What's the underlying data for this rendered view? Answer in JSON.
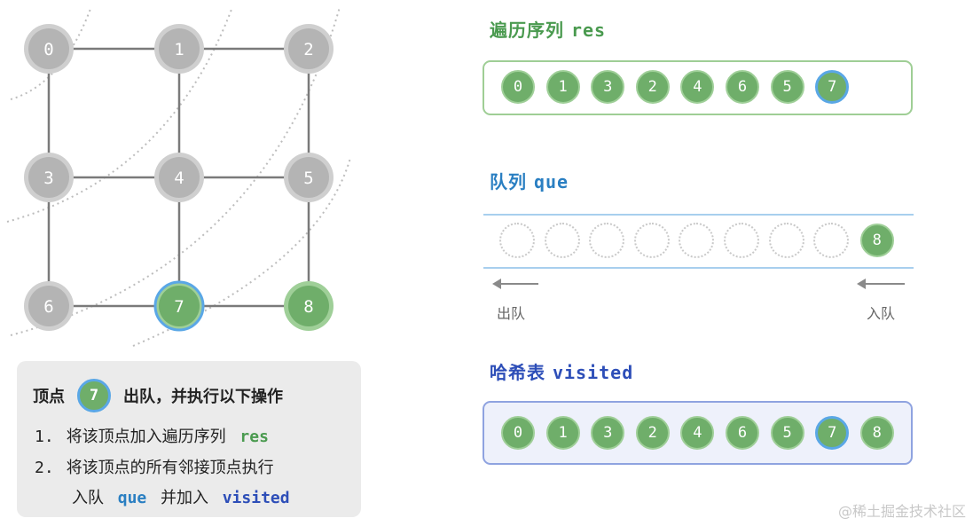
{
  "graph": {
    "nodes": [
      {
        "label": "0",
        "state": "gray"
      },
      {
        "label": "1",
        "state": "gray"
      },
      {
        "label": "2",
        "state": "gray"
      },
      {
        "label": "3",
        "state": "gray"
      },
      {
        "label": "4",
        "state": "gray"
      },
      {
        "label": "5",
        "state": "gray"
      },
      {
        "label": "6",
        "state": "gray"
      },
      {
        "label": "7",
        "state": "current"
      },
      {
        "label": "8",
        "state": "visited"
      }
    ],
    "edges": [
      [
        "0",
        "1"
      ],
      [
        "1",
        "2"
      ],
      [
        "0",
        "3"
      ],
      [
        "1",
        "4"
      ],
      [
        "2",
        "5"
      ],
      [
        "3",
        "4"
      ],
      [
        "4",
        "5"
      ],
      [
        "3",
        "6"
      ],
      [
        "4",
        "7"
      ],
      [
        "5",
        "8"
      ],
      [
        "6",
        "7"
      ],
      [
        "7",
        "8"
      ]
    ],
    "colors": {
      "gray_fill": "#b4b4b4",
      "gray_ring": "#cfcfcf",
      "green_fill": "#6fae6a",
      "green_ring": "#9fcf98",
      "highlight_ring": "#5aa7e6",
      "edge": "#7a7a7a",
      "wave": "#bdbdbd"
    }
  },
  "res": {
    "title_zh": "遍历序列",
    "title_code": "res",
    "items": [
      "0",
      "1",
      "3",
      "2",
      "4",
      "6",
      "5",
      "7"
    ],
    "highlight": "7"
  },
  "queue": {
    "title_zh": "队列",
    "title_code": "que",
    "empty_slots": 8,
    "items": [
      "8"
    ],
    "dequeue_label": "出队",
    "enqueue_label": "入队"
  },
  "visited": {
    "title_zh": "哈希表",
    "title_code": "visited",
    "items": [
      "0",
      "1",
      "3",
      "2",
      "4",
      "6",
      "5",
      "7",
      "8"
    ],
    "highlight": "7"
  },
  "info": {
    "head_pre": "顶点",
    "head_node": "7",
    "head_post": "出队，并执行以下操作",
    "step1_num": "1.",
    "step1_text": "将该顶点加入遍历序列",
    "step1_code": "res",
    "step2_num": "2.",
    "step2_text": "将该顶点的所有邻接顶点执行",
    "step2b_text1": "入队",
    "step2b_code1": "que",
    "step2b_text2": "并加入",
    "step2b_code2": "visited"
  },
  "watermark": "@稀土掘金技术社区"
}
